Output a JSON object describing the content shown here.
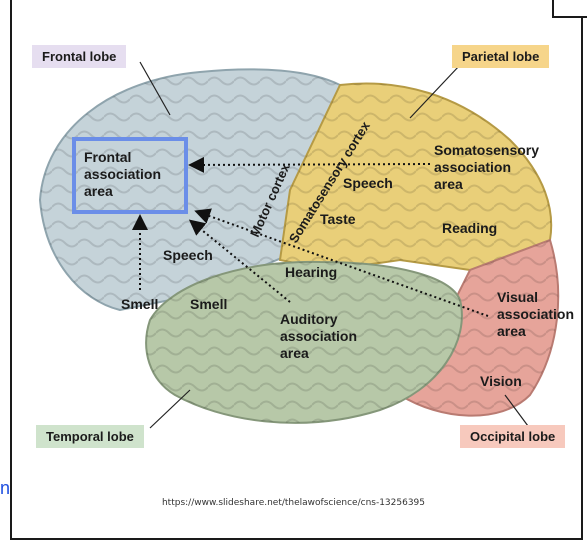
{
  "lobes": {
    "frontal": "Frontal lobe",
    "parietal": "Parietal lobe",
    "temporal": "Temporal lobe",
    "occipital": "Occipital lobe"
  },
  "regions": {
    "frontal_association_1": "Frontal",
    "frontal_association_2": "association",
    "frontal_association_3": "area",
    "motor_cortex": "Motor cortex",
    "somatosensory_cortex": "Somatosensory cortex",
    "somatosensory_association_1": "Somatosensory",
    "somatosensory_association_2": "association",
    "somatosensory_association_3": "area",
    "speech_upper": "Speech",
    "taste": "Taste",
    "reading": "Reading",
    "speech_lower": "Speech",
    "hearing": "Hearing",
    "smell_left": "Smell",
    "smell_right": "Smell",
    "auditory_association_1": "Auditory",
    "auditory_association_2": "association",
    "auditory_association_3": "area",
    "visual_association_1": "Visual",
    "visual_association_2": "association",
    "visual_association_3": "area",
    "vision": "Vision"
  },
  "credit": "https://www.slideshare.net/thelawofscience/cns-13256395",
  "fragment": "n",
  "colors": {
    "frontal_box": "#e6def0",
    "parietal_box": "#f6d58a",
    "temporal_box": "#cfe3cc",
    "occipital_box": "#f7c9bd",
    "highlight_box": "#6b8ee8"
  }
}
